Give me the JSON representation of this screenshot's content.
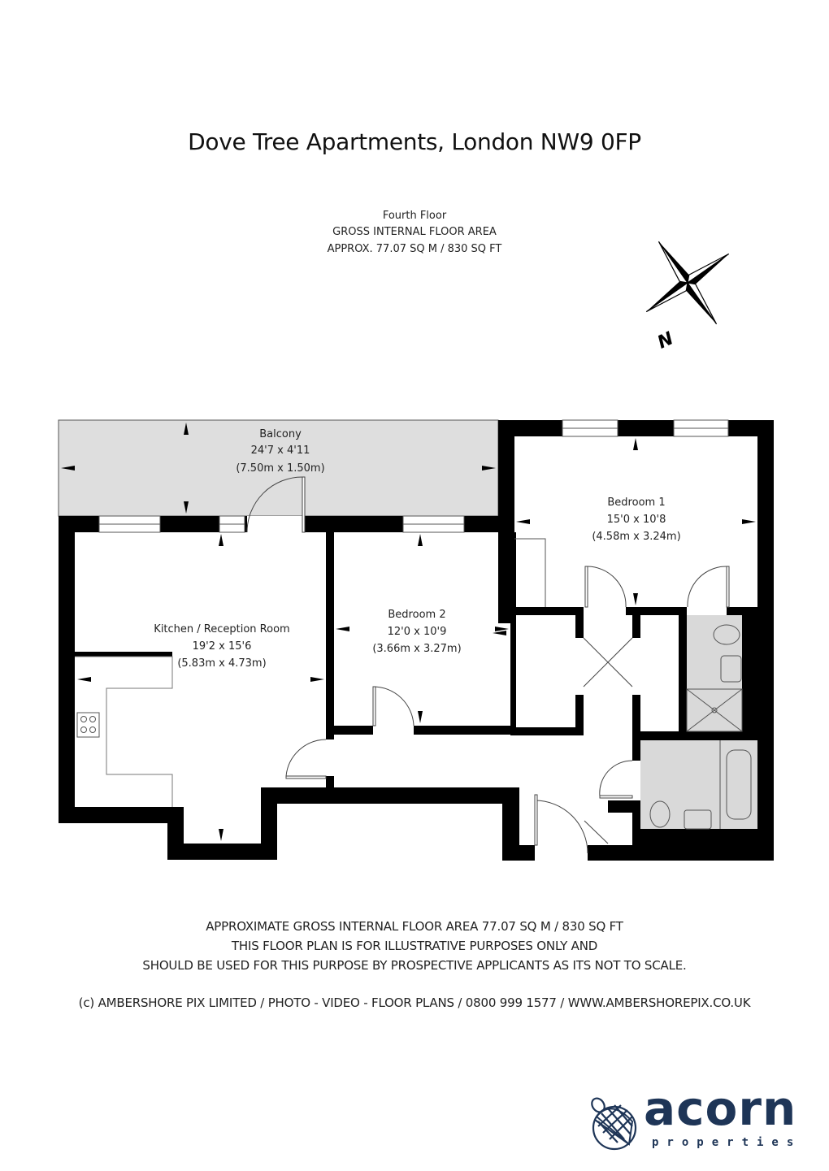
{
  "header": {
    "title": "Dove Tree Apartments, London NW9 0FP",
    "floor": "Fourth Floor",
    "area_heading": "GROSS INTERNAL FLOOR AREA",
    "area_value": "APPROX. 77.07 SQ M / 830 SQ FT"
  },
  "compass": {
    "icon": "compass-rose-icon",
    "label": "N"
  },
  "rooms": {
    "balcony": {
      "name": "Balcony",
      "imperial": "24'7 x 4'11",
      "metric": "(7.50m x 1.50m)"
    },
    "bedroom1": {
      "name": "Bedroom 1",
      "imperial": "15'0 x 10'8",
      "metric": "(4.58m x 3.24m)"
    },
    "bedroom2": {
      "name": "Bedroom 2",
      "imperial": "12'0 x 10'9",
      "metric": "(3.66m x 3.27m)"
    },
    "kitchen": {
      "name": "Kitchen / Reception Room",
      "imperial": "19'2 x 15'6",
      "metric": "(5.83m x 4.73m)"
    }
  },
  "colors": {
    "wall": "#000000",
    "wet_area": "#d9d9d9",
    "balcony_fill": "#dedede",
    "brand": "#1e3557"
  },
  "footer": {
    "line1": "APPROXIMATE GROSS INTERNAL FLOOR AREA 77.07 SQ M / 830 SQ FT",
    "line2": "THIS FLOOR PLAN IS FOR ILLUSTRATIVE PURPOSES ONLY AND",
    "line3": "SHOULD BE USED FOR THIS PURPOSE BY PROSPECTIVE APPLICANTS AS ITS NOT TO SCALE.",
    "credit": "(c) AMBERSHORE PIX LIMITED / PHOTO - VIDEO - FLOOR PLANS / 0800 999 1577 / WWW.AMBERSHOREPIX.CO.UK"
  },
  "logo": {
    "icon": "acorn-icon",
    "word": "acorn",
    "sub": "properties"
  }
}
